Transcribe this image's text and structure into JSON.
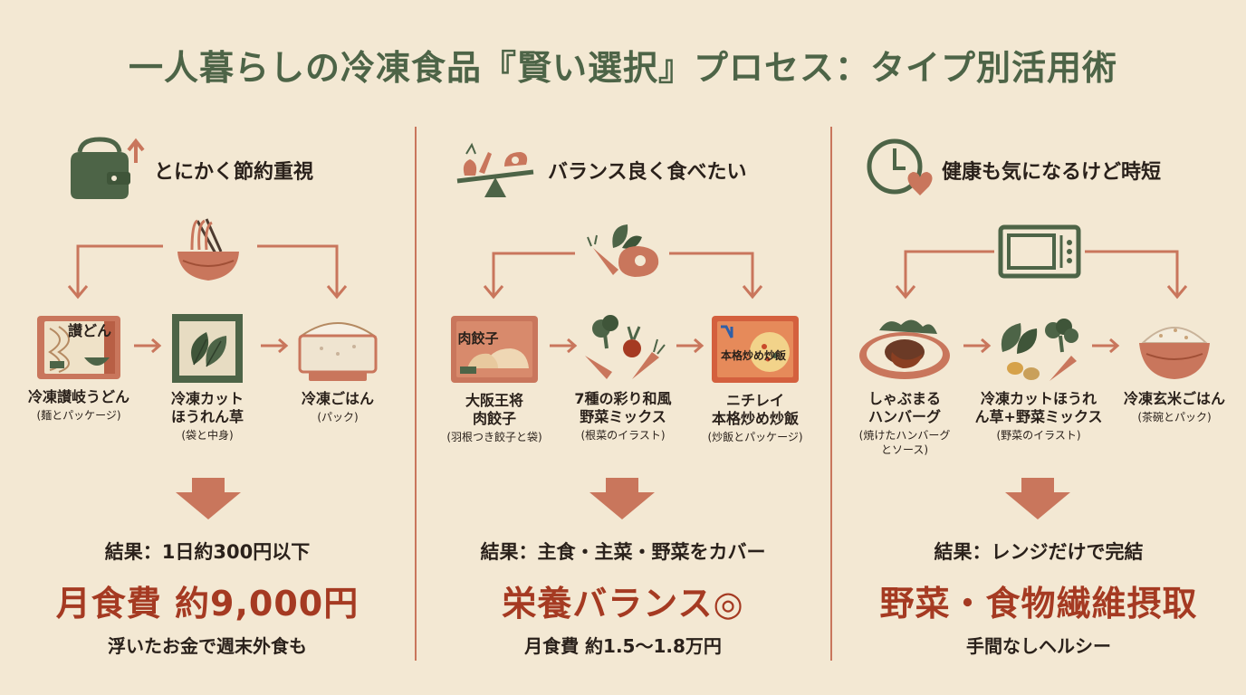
{
  "title": "一人暮らしの冷凍食品『賢い選択』プロセス：タイプ別活用術",
  "colors": {
    "background": "#f3e8d3",
    "title_green": "#4d6447",
    "accent_terracotta": "#c9765c",
    "big_text_red": "#a53a22"
  },
  "columns": [
    {
      "header": "とにかく節約重視",
      "header_icon": "wallet-up-arrow-icon",
      "center_icon": "noodle-bowl-icon",
      "items": [
        {
          "name": "冷凍讃岐うどん",
          "sub": "(麺とパッケージ)",
          "icon": "udon-package-icon",
          "pkg_text": "讃どん"
        },
        {
          "name": "冷凍カット\nほうれん草",
          "sub": "(袋と中身)",
          "icon": "spinach-bag-icon"
        },
        {
          "name": "冷凍ごはん",
          "sub": "(パック)",
          "icon": "rice-pack-icon"
        }
      ],
      "result": "結果：1日約300円以下",
      "big": "月食費 約9,000円",
      "foot": "浮いたお金で週末外食も"
    },
    {
      "header": "バランス良く食べたい",
      "header_icon": "balance-scale-icon",
      "center_icon": "vegetables-meat-icon",
      "items": [
        {
          "name": "大阪王将\n肉餃子",
          "sub": "(羽根つき餃子と袋)",
          "icon": "gyoza-package-icon",
          "pkg_text": "肉餃子"
        },
        {
          "name": "7種の彩り和風\n野菜ミックス",
          "sub": "(根菜のイラスト)",
          "icon": "root-vegetables-icon"
        },
        {
          "name": "ニチレイ\n本格炒め炒飯",
          "sub": "(炒飯とパッケージ)",
          "icon": "fried-rice-package-icon",
          "pkg_text": "本格炒め炒飯"
        }
      ],
      "result": "結果：主食・主菜・野菜をカバー",
      "big": "栄養バランス◎",
      "foot": "月食費 約1.5〜1.8万円"
    },
    {
      "header": "健康も気になるけど時短",
      "header_icon": "clock-heart-icon",
      "center_icon": "microwave-icon",
      "items": [
        {
          "name": "しゃぶまる\nハンバーグ",
          "sub": "(焼けたハンバーグ\nとソース)",
          "icon": "hamburg-steak-icon"
        },
        {
          "name": "冷凍カットほうれ\nん草+野菜ミックス",
          "sub": "(野菜のイラスト)",
          "icon": "mixed-vegetables-icon"
        },
        {
          "name": "冷凍玄米ごはん",
          "sub": "(茶碗とパック)",
          "icon": "brown-rice-bowl-icon"
        }
      ],
      "result": "結果：レンジだけで完結",
      "big": "野菜・食物繊維摂取",
      "foot": "手間なしヘルシー"
    }
  ]
}
